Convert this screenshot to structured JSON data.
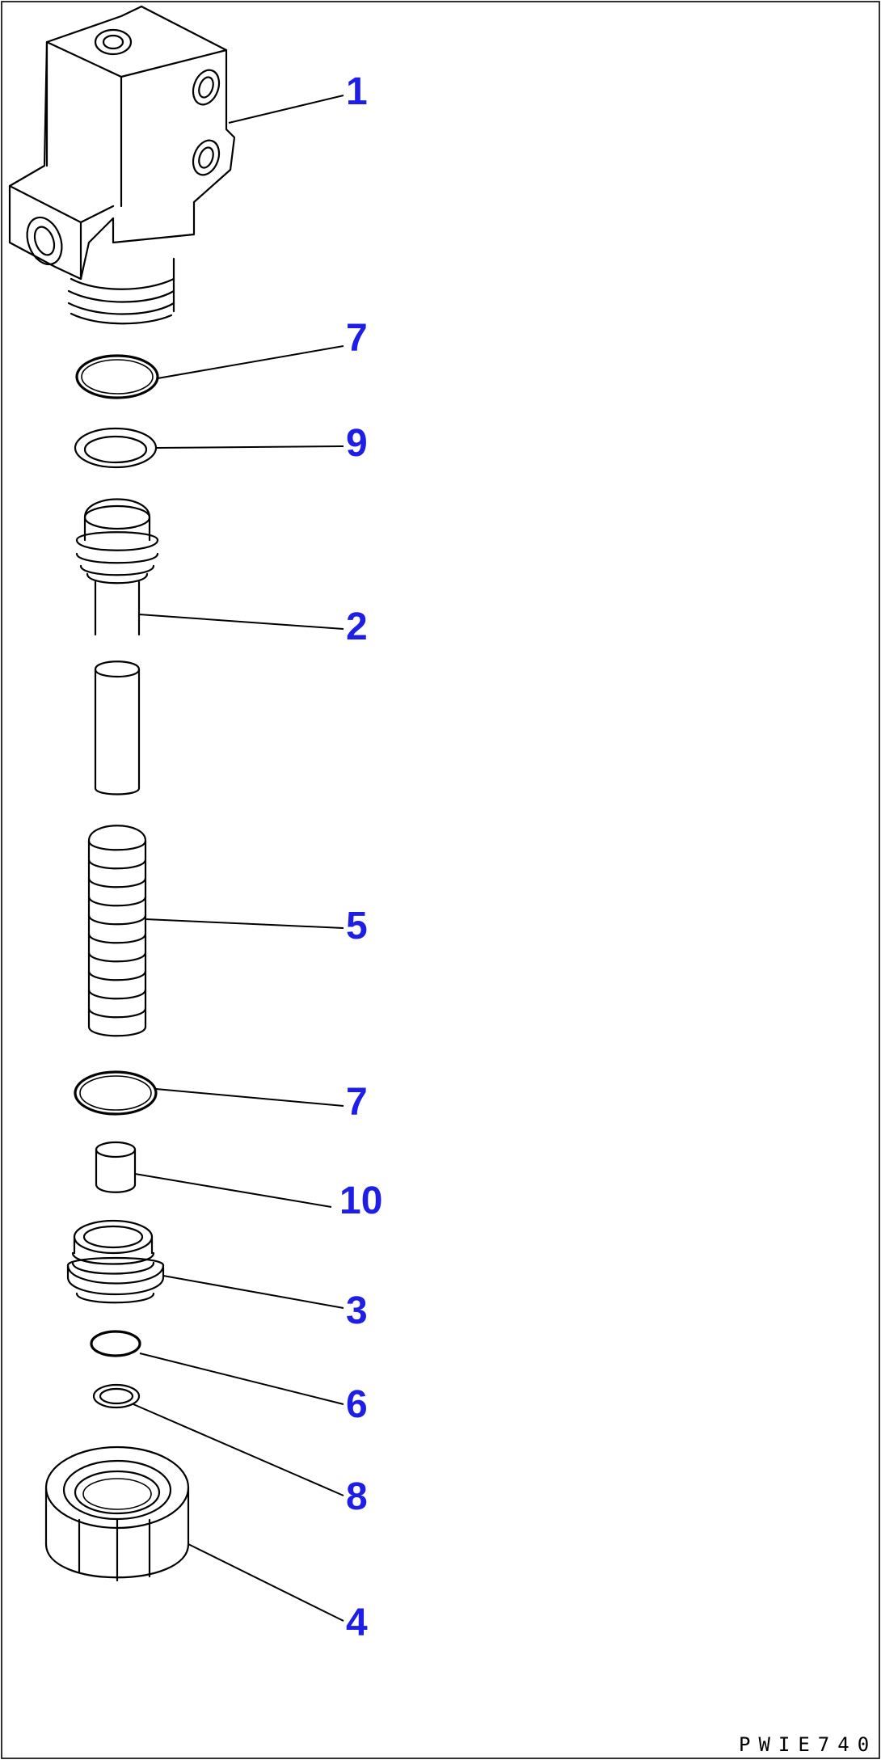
{
  "drawing": {
    "code": "PWIE740",
    "callouts": [
      {
        "id": "c1",
        "label": "1"
      },
      {
        "id": "c7a",
        "label": "7"
      },
      {
        "id": "c9",
        "label": "9"
      },
      {
        "id": "c2",
        "label": "2"
      },
      {
        "id": "c5",
        "label": "5"
      },
      {
        "id": "c7b",
        "label": "7"
      },
      {
        "id": "c10",
        "label": "10"
      },
      {
        "id": "c3",
        "label": "3"
      },
      {
        "id": "c6",
        "label": "6"
      },
      {
        "id": "c8",
        "label": "8"
      },
      {
        "id": "c4",
        "label": "4"
      }
    ]
  }
}
